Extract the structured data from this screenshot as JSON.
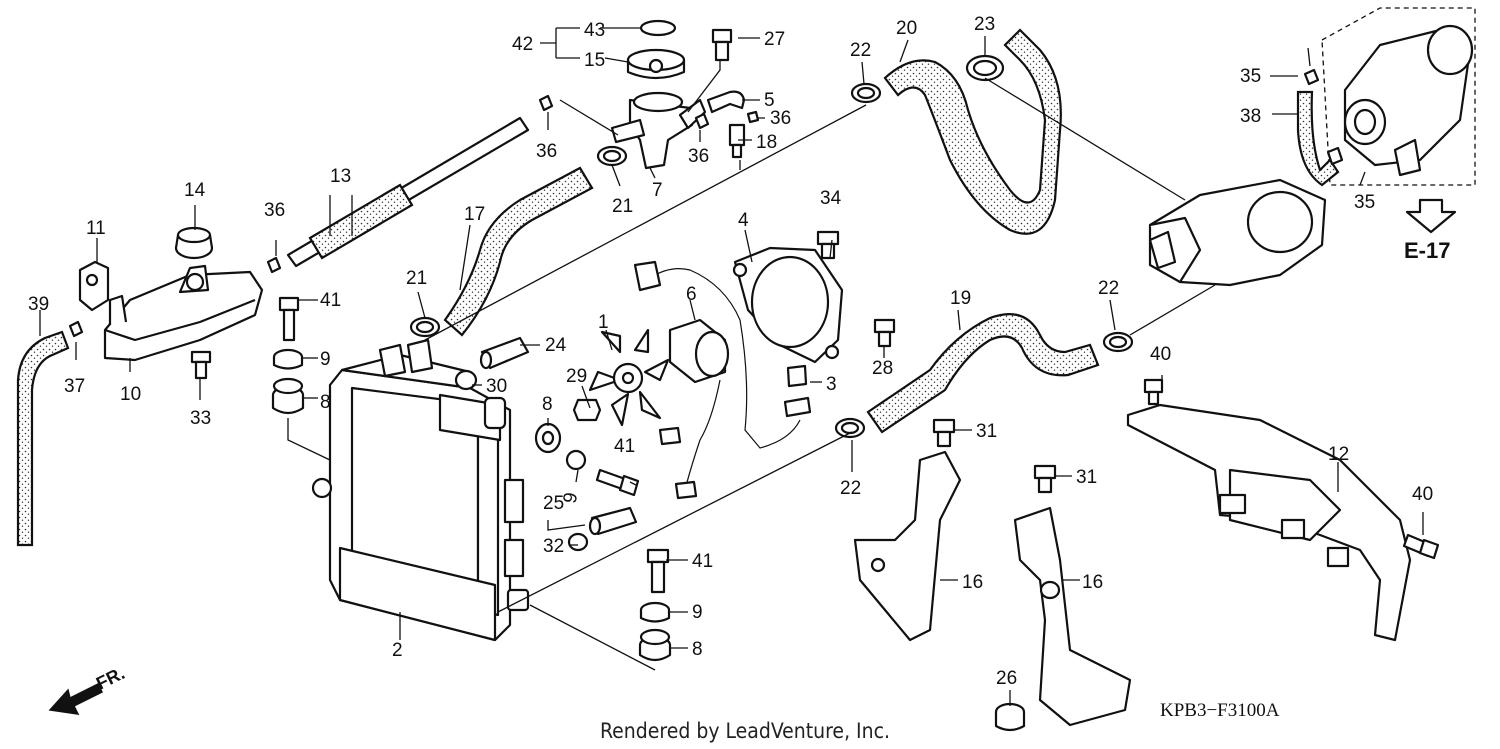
{
  "diagram_code": "KPB3−F3100A",
  "credit": "Rendered by LeadVenture, Inc.",
  "reference": "E-17",
  "front_marker": "FR.",
  "labels": {
    "l1": "1",
    "l2": "2",
    "l3": "3",
    "l4": "4",
    "l5": "5",
    "l6": "6",
    "l7": "7",
    "l8a": "8",
    "l8b": "8",
    "l8c": "8",
    "l9a": "9",
    "l9b": "9",
    "l9c": "9",
    "l10": "10",
    "l11": "11",
    "l12": "12",
    "l13": "13",
    "l14": "14",
    "l15": "15",
    "l16a": "16",
    "l16b": "16",
    "l17": "17",
    "l18": "18",
    "l19": "19",
    "l20": "20",
    "l21a": "21",
    "l21b": "21",
    "l22a": "22",
    "l22b": "22",
    "l22c": "22",
    "l23": "23",
    "l24": "24",
    "l25": "25",
    "l26": "26",
    "l27": "27",
    "l28": "28",
    "l29": "29",
    "l30": "30",
    "l31a": "31",
    "l31b": "31",
    "l32": "32",
    "l33": "33",
    "l34": "34",
    "l35a": "35",
    "l35b": "35",
    "l36a": "36",
    "l36b": "36",
    "l36c": "36",
    "l36d": "36",
    "l37": "37",
    "l38": "38",
    "l39": "39",
    "l40a": "40",
    "l40b": "40",
    "l41a": "41",
    "l41b": "41",
    "l41c": "41",
    "l42": "42",
    "l43": "43"
  }
}
